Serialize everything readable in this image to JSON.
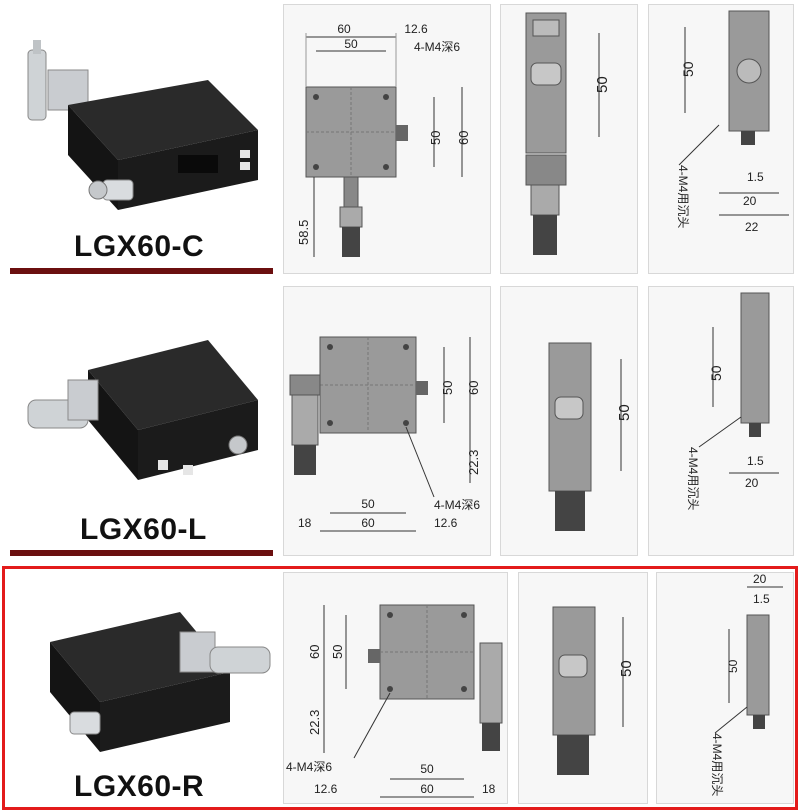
{
  "rows": [
    {
      "model": "LGX60-C",
      "front": {
        "top_overall": "60",
        "top_holes": "50",
        "offset": "12.6",
        "hole_note": "4-M4深6",
        "right_inner": "50",
        "right_outer": "60",
        "bottom": "58.5"
      },
      "side": {
        "height": "50"
      },
      "end": {
        "height": "50",
        "w1": "1.5",
        "w2": "20",
        "w3": "22",
        "hole_note": "4-M4用沉头"
      }
    },
    {
      "model": "LGX60-L",
      "front": {
        "right_inner": "50",
        "right_outer": "60",
        "bottom_right": "22.3",
        "hole_note": "4-M4深6",
        "bottom_holes": "50",
        "bottom_overall": "60",
        "left": "18",
        "offset": "12.6"
      },
      "side": {
        "height": "50"
      },
      "end": {
        "height": "50",
        "w1": "1.5",
        "w2": "20",
        "hole_note": "4-M4用沉头"
      }
    },
    {
      "model": "LGX60-R",
      "front": {
        "left_outer": "60",
        "left_inner": "50",
        "left_bottom": "22.3",
        "hole_note": "4-M4深6",
        "bottom_holes": "50",
        "offset": "12.6",
        "bottom_overall": "60",
        "right": "18"
      },
      "side": {
        "height": "50"
      },
      "end": {
        "top1": "20",
        "top2": "1.5",
        "height": "50",
        "hole_note": "4-M4用沉头"
      }
    }
  ],
  "colors": {
    "divider": "#6b0f0f",
    "highlight": "#e31b1b",
    "stage_body": "#1c1c1c",
    "drawing_plate": "#9a9a9a"
  }
}
